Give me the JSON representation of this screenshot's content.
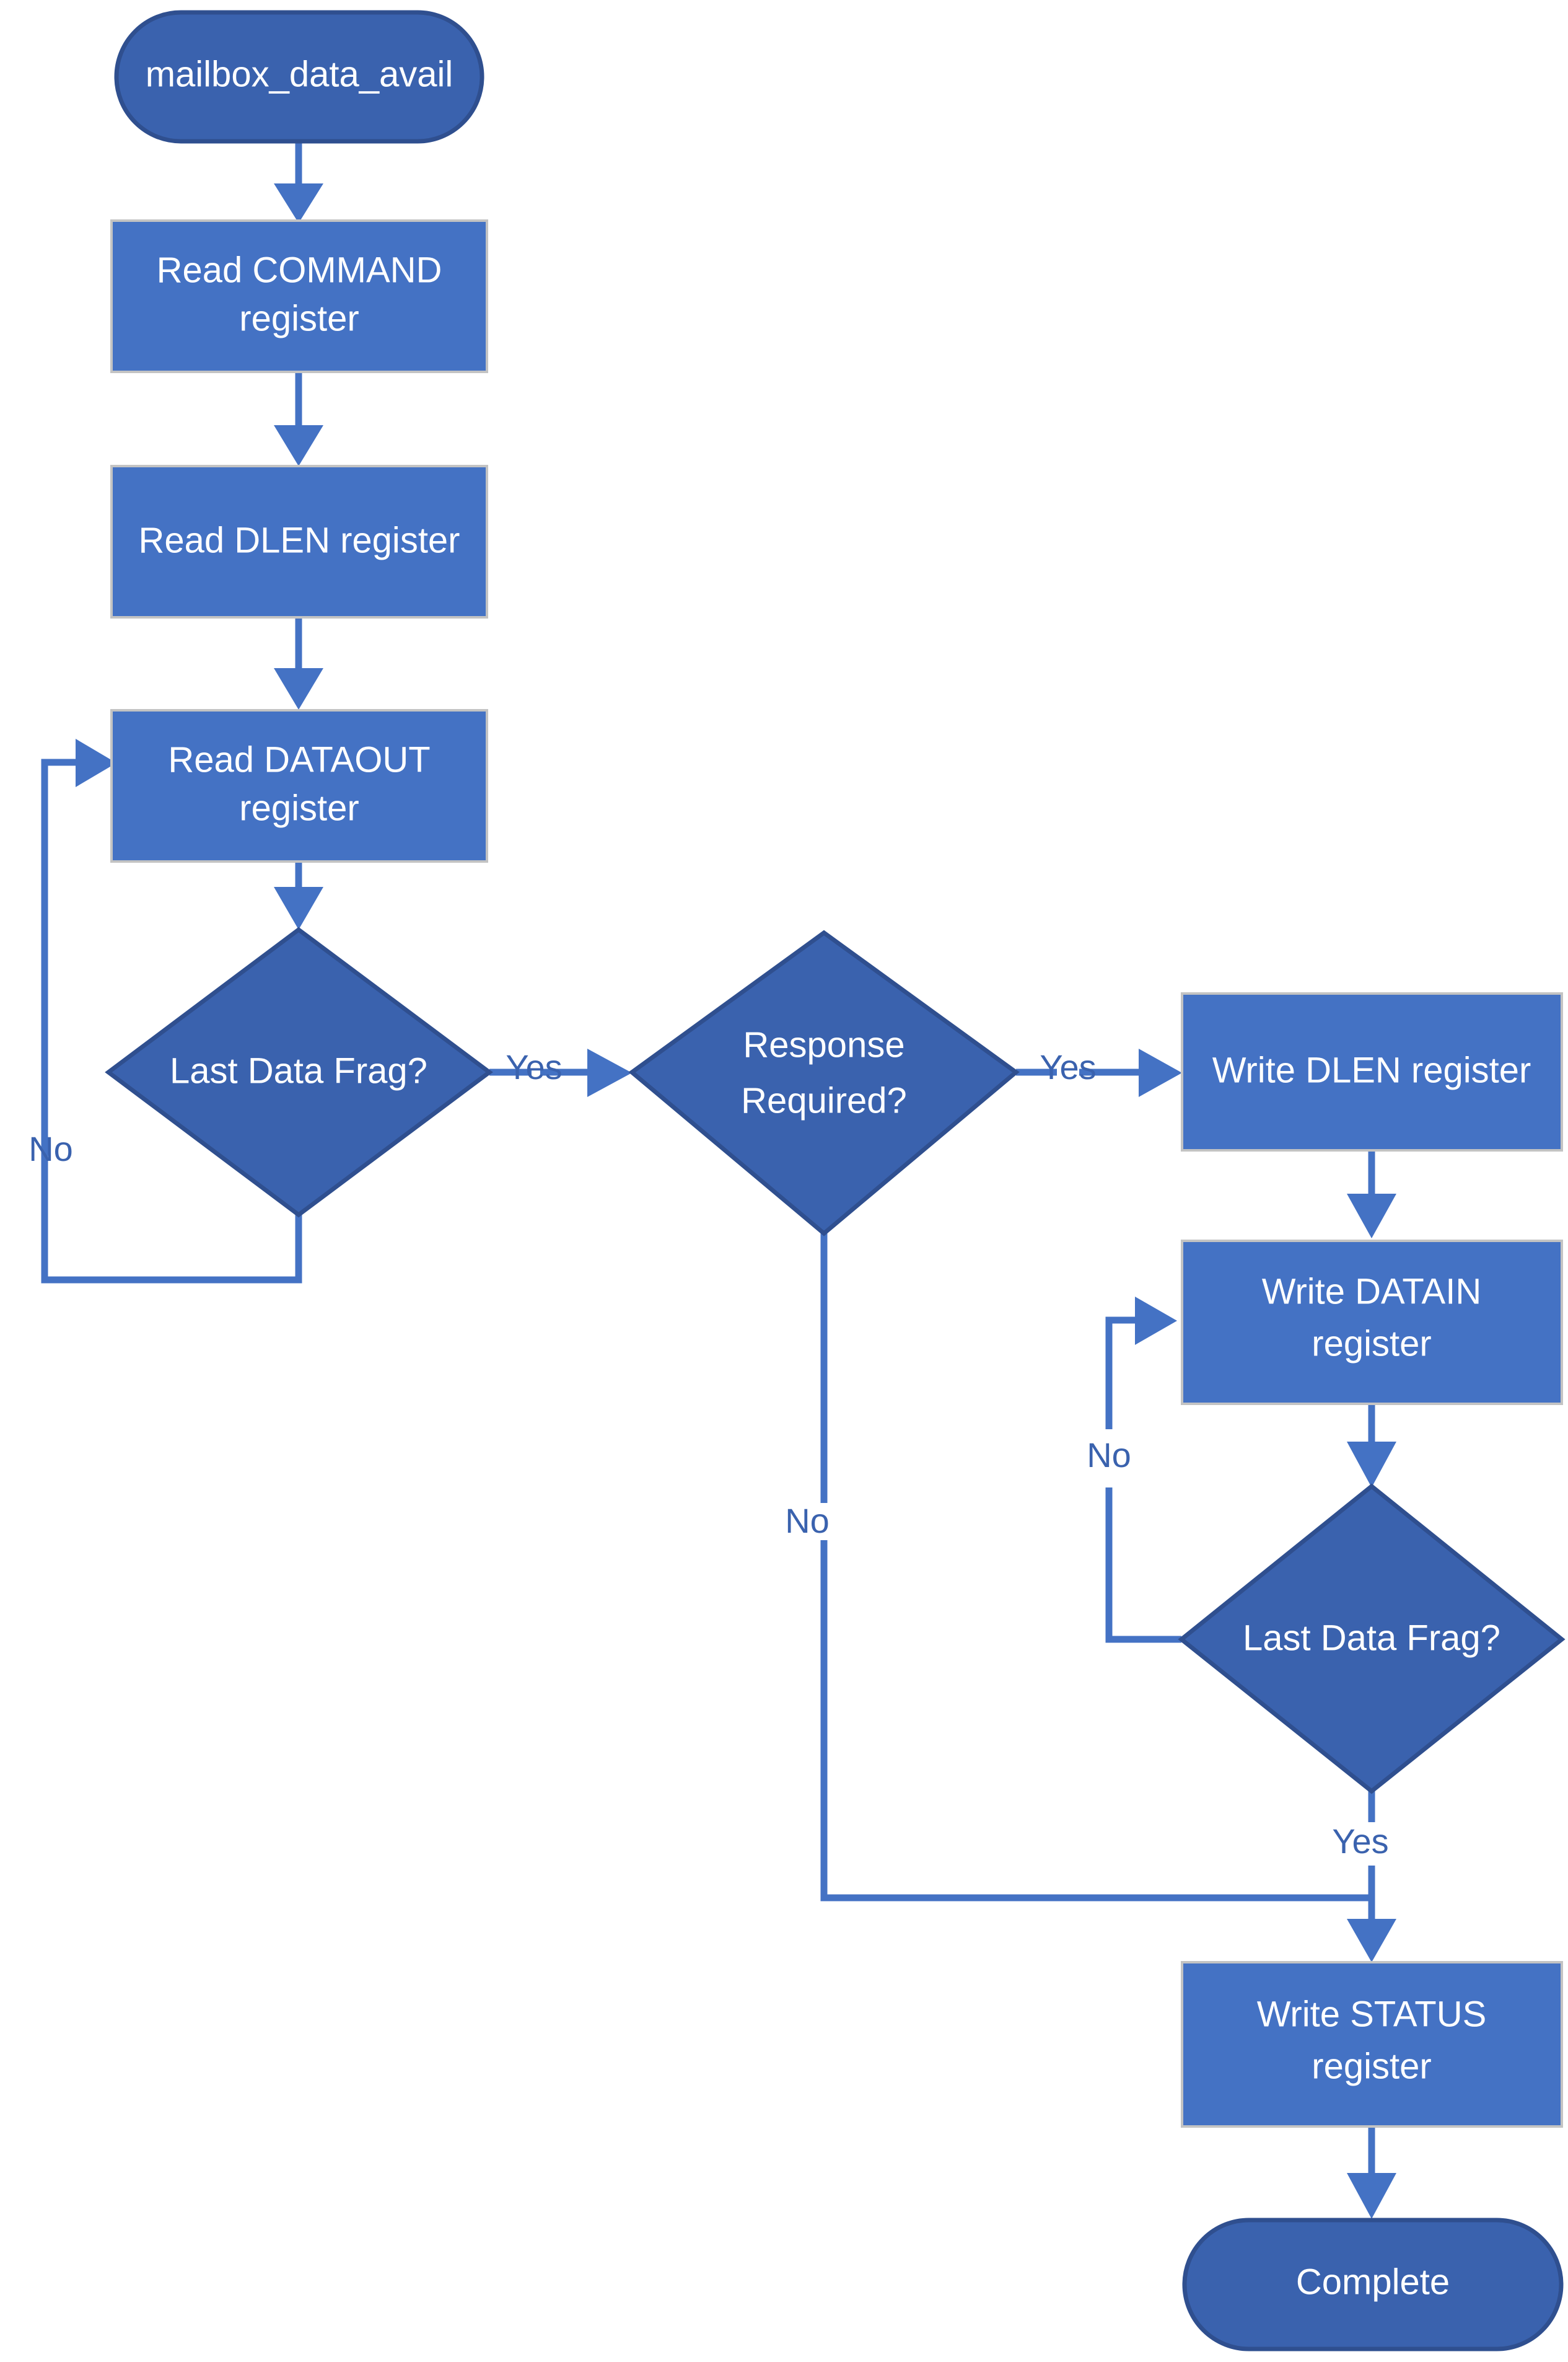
{
  "diagram": {
    "title": "mailbox_data_avail flowchart",
    "colors": {
      "process_fill": "#4472C4",
      "decision_fill": "#3A62AE",
      "terminator_fill": "#3A62AE",
      "connector": "#4472C4",
      "node_text": "#ffffff",
      "edge_label_text": "#3A62AE",
      "background": "#ffffff"
    },
    "nodes": [
      {
        "id": "start",
        "type": "terminator",
        "label": "mailbox_data_avail"
      },
      {
        "id": "read_command",
        "type": "process",
        "label_line1": "Read COMMAND",
        "label_line2": "register"
      },
      {
        "id": "read_dlen",
        "type": "process",
        "label_line1": "Read DLEN register",
        "label_line2": ""
      },
      {
        "id": "read_dataout",
        "type": "process",
        "label_line1": "Read DATAOUT",
        "label_line2": "register"
      },
      {
        "id": "last_frag_1",
        "type": "decision",
        "label_line1": "Last Data Frag?",
        "label_line2": ""
      },
      {
        "id": "resp_req",
        "type": "decision",
        "label_line1": "Response",
        "label_line2": "Required?"
      },
      {
        "id": "write_dlen",
        "type": "process",
        "label_line1": "Write DLEN register",
        "label_line2": ""
      },
      {
        "id": "write_datain",
        "type": "process",
        "label_line1": "Write DATAIN",
        "label_line2": "register"
      },
      {
        "id": "last_frag_2",
        "type": "decision",
        "label_line1": "Last Data Frag?",
        "label_line2": ""
      },
      {
        "id": "write_status",
        "type": "process",
        "label_line1": "Write STATUS",
        "label_line2": "register"
      },
      {
        "id": "complete",
        "type": "terminator",
        "label": "Complete"
      }
    ],
    "edge_labels": {
      "frag1_no": "No",
      "frag1_yes": "Yes",
      "resp_yes": "Yes",
      "resp_no": "No",
      "frag2_no": "No",
      "frag2_yes": "Yes"
    }
  }
}
